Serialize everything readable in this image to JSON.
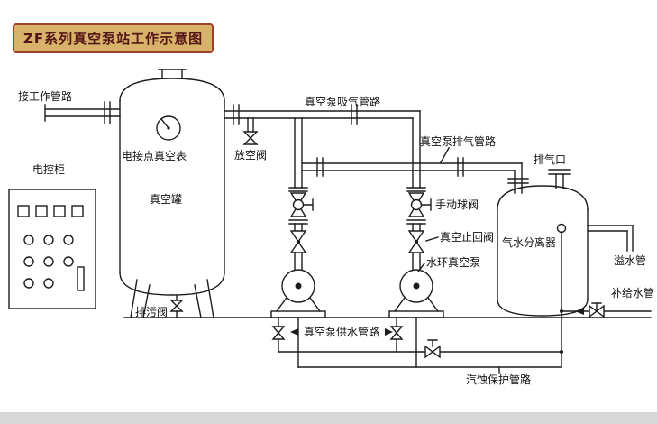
{
  "title": "ZF系列真空泵站工作示意图",
  "labels": {
    "connect_working_pipe": "接工作管路",
    "control_cabinet": "电控柜",
    "contact_vacuum_gauge": "电接点真空表",
    "vacuum_tank": "真空罐",
    "vent_valve": "放空阀",
    "blowdown_valve": "排污阀",
    "suction_line": "真空泵吸气管路",
    "exhaust_line": "真空泵排气管路",
    "manual_ball_valve": "手动球阀",
    "vacuum_check_valve": "真空止回阀",
    "water_ring_pump": "水环真空泵",
    "exhaust_port": "排气口",
    "gas_water_separator": "气水分离器",
    "overflow_pipe": "溢水管",
    "makeup_water_pipe": "补给水管",
    "pump_supply_line": "真空泵供水管路",
    "cavitation_protection_line": "汽蚀保护管路"
  },
  "icons": {
    "vacuum_gauge": "circle-dial-with-needle",
    "ball_valve": "bowtie-with-ball",
    "check_valve": "bowtie-with-dot",
    "generic_valve": "bowtie",
    "flow_arrow": "filled-triangle",
    "pump": "circle-with-hub-on-base"
  },
  "colors": {
    "line": "#1c1c1c",
    "background": "#ffffff",
    "title_bg": "#d8b269",
    "title_border": "#a0402a",
    "title_text": "#531515",
    "footer_strip": "#d7d7d7"
  }
}
